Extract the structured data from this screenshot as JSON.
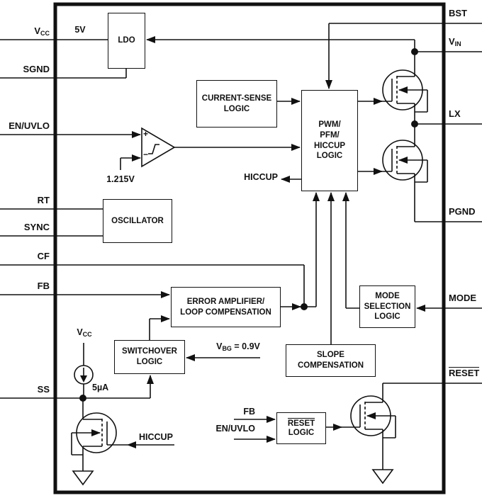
{
  "pins": {
    "left": [
      {
        "main": "V",
        "sub": "CC"
      },
      {
        "main": "SGND",
        "sub": ""
      },
      {
        "main": "EN/UVLO",
        "sub": ""
      },
      {
        "main": "RT",
        "sub": ""
      },
      {
        "main": "SYNC",
        "sub": ""
      },
      {
        "main": "CF",
        "sub": ""
      },
      {
        "main": "FB",
        "sub": ""
      },
      {
        "main": "SS",
        "sub": ""
      }
    ],
    "right": [
      {
        "main": "BST",
        "sub": ""
      },
      {
        "main": "V",
        "sub": "IN"
      },
      {
        "main": "LX",
        "sub": ""
      },
      {
        "main": "PGND",
        "sub": ""
      },
      {
        "main": "MODE",
        "sub": ""
      },
      {
        "main": "RESET",
        "sub": ""
      }
    ]
  },
  "blocks": {
    "ldo": "LDO",
    "current_sense": "CURRENT-SENSE\nLOGIC",
    "pwm": "PWM/\nPFM/\nHICCUP\nLOGIC",
    "oscillator": "OSCILLATOR",
    "error_amp": "ERROR AMPLIFIER/\nLOOP COMPENSATION",
    "mode_selection": "MODE\nSELECTION\nLOGIC",
    "switchover": "SWITCHOVER\nLOGIC",
    "slope_comp": "SLOPE\nCOMPENSATION",
    "reset_logic": {
      "line1": "RESET",
      "line2": "LOGIC"
    }
  },
  "labels": {
    "ldo_output": "5V",
    "comparator_ref": "1.215V",
    "comparator_plus": "+",
    "comparator_minus": "−",
    "hiccup_out": "HICCUP",
    "hiccup_in": "HICCUP",
    "vbg": {
      "main": "V",
      "sub": "BG",
      "eq": " = 0.9V"
    },
    "vcc_source": {
      "main": "V",
      "sub": "CC"
    },
    "ss_current": "5µA",
    "reset_fb": "FB",
    "reset_en": "EN/UVLO"
  },
  "colors": {
    "line": "#111111",
    "background": "#ffffff"
  }
}
